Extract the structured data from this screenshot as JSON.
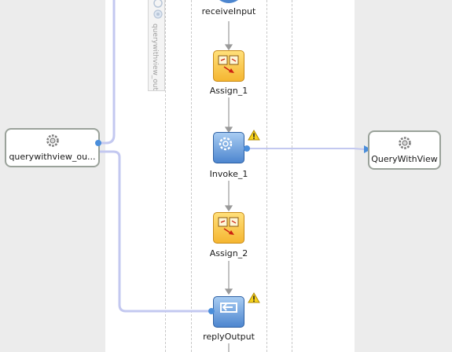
{
  "process": {
    "activities": [
      {
        "label": "receiveInput",
        "type": "receive"
      },
      {
        "label": "Assign_1",
        "type": "assign"
      },
      {
        "label": "Invoke_1",
        "type": "invoke",
        "warning": true
      },
      {
        "label": "Assign_2",
        "type": "assign"
      },
      {
        "label": "replyOutput",
        "type": "reply",
        "warning": true
      }
    ]
  },
  "partner_links": {
    "left": {
      "label": "querywithview_ou...",
      "icon": "gear-icon"
    },
    "right": {
      "label": "QueryWithView",
      "icon": "gear-icon"
    }
  },
  "side_tab": {
    "label": "querywithview_out"
  },
  "colors": {
    "wire": "#c3c8f0",
    "connector": "#4a8edb",
    "assign": "#f5b631",
    "invoke": "#4d86cf",
    "lane": "#ececec"
  }
}
